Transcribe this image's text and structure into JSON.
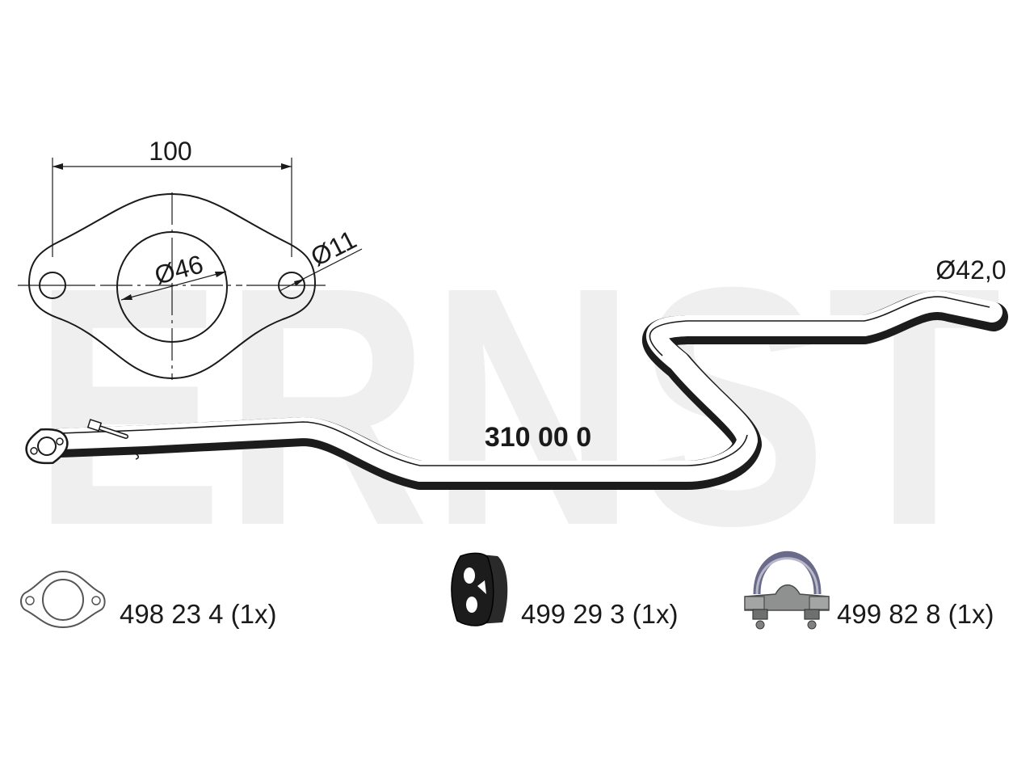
{
  "watermark": {
    "text": "ERNST",
    "color": "#efefef"
  },
  "flange_drawing": {
    "width_dimension": "100",
    "center_bore_diameter": "Ø46",
    "bolt_hole_diameter": "Ø11"
  },
  "pipe": {
    "part_number": "310 00 0",
    "outlet_diameter": "Ø42,0"
  },
  "accessories": [
    {
      "icon": "gasket-icon",
      "label": "498 23 4 (1x)"
    },
    {
      "icon": "rubber-hanger-icon",
      "label": "499 29 3 (1x)"
    },
    {
      "icon": "pipe-clamp-icon",
      "label": "499 82 8 (1x)"
    }
  ],
  "colors": {
    "line": "#1a1a1a",
    "shadow": "#1c1c1c",
    "metal": "#8f9191"
  }
}
